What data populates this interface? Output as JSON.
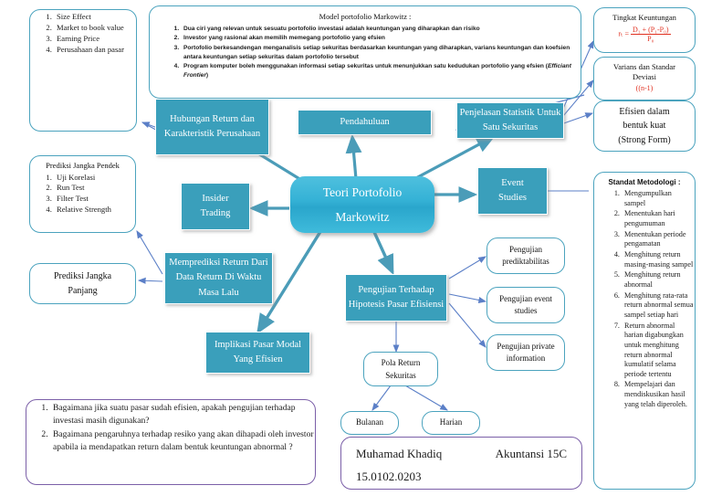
{
  "meta": {
    "accent_teal": "#3A9FBB",
    "accent_hub": "#35B2D6",
    "outline_blue": "#4BA3BE",
    "outline_purple": "#7B5FA8",
    "formula_red": "#E03020",
    "arrow_blue": "#5B7FC7",
    "arrow_teal": "#4BA3BE"
  },
  "hub": {
    "line1": "Teori Portofolio",
    "line2": "Markowitz"
  },
  "top_left_list": {
    "items": [
      "Size Effect",
      "Market to book value",
      "Earning Price",
      "Perusahaan dan pasar"
    ]
  },
  "model_box": {
    "title": "Model portofolio Markowitz :",
    "items": [
      "Dua ciri yang relevan untuk sesuatu portofolio investasi adalah keuntungan yang diharapkan dan risiko",
      "Investor yang rasional akan memilih memegang portofolio yang efsien",
      "Portofolio berkesandengan menganalisis setiap sekuritas berdasarkan keuntungan yang diharapkan, varians keuntungan dan koefsien antara keuntungan setiap sekuritas dalam portofolio tersebut",
      "Program komputer boleh menggunakan informasi setiap sekuritas untuk menunjukkan satu kedudukan portofolio yang efsien (Efficiant Frontier)"
    ],
    "italic_tail": "Efficiant Frontier"
  },
  "branches": {
    "hubungan_return": "Hubungan Return dan Karakteristik Perusahaan",
    "pendahuluan": "Pendahuluan",
    "penjelasan_statistik": "Penjelasan Statistik Untuk Satu Sekuritas",
    "event_studies_l1": "Event",
    "event_studies_l2": "Studies",
    "insider_l1": "Insider",
    "insider_l2": "Trading",
    "memprediksi_return": "Memprediksi Return Dari Data Return Di Waktu Masa Lalu",
    "implikasi": "Implikasi Pasar Modal Yang Efisien",
    "pengujian_hipotesis": "Pengujian Terhadap Hipotesis Pasar Efisiensi"
  },
  "left_boxes": {
    "prediksi_pendek_title": "Prediksi Jangka Pendek",
    "prediksi_pendek_items": [
      "Uji Korelasi",
      "Run Test",
      "Filter Test",
      "Relative Strength"
    ],
    "prediksi_panjang_l1": "Prediksi Jangka",
    "prediksi_panjang_l2": "Panjang"
  },
  "right_boxes": {
    "tingkat_keuntungan_title": "Tingkat Keuntungan",
    "tingkat_keuntungan_num": "D₁ + (P₁-P₀)",
    "tingkat_keuntungan_den": "P₀",
    "tingkat_keuntungan_lhs": "rₜ =",
    "varians_title_l1": "Varians dan Standar",
    "varians_title_l2": "Deviasi",
    "varians_formula": "((n-1)",
    "efisien_kuat_l1": "Efisien dalam",
    "efisien_kuat_l2": "bentuk kuat",
    "efisien_kuat_l3": "(Strong Form)"
  },
  "methodology": {
    "title": "Standat Metodologi :",
    "items": [
      "Mengumpulkan sampel",
      "Menentukan hari pengumuman",
      "Menentukan periode pengamatan",
      "Menghitung return masing-masing sampel",
      "Menghitung return abnormal",
      "Menghitung rata-rata return abnormal semua sampel setiap hari",
      "Return abnormal harian digabungkan untuk menghitung return abnormal kumulatif selama periode tertentu",
      "Mempelajari dan mendiskusikan hasil yang telah diperoleh."
    ]
  },
  "pengujian_children": {
    "prediktabilitas_l1": "Pengujian",
    "prediktabilitas_l2": "prediktabilitas",
    "event_studies_l1": "Pengujian event",
    "event_studies_l2": "studies",
    "private_info_l1": "Pengujian private",
    "private_info_l2": "information"
  },
  "pola_return": {
    "l1": "Pola Return",
    "l2": "Sekuritas",
    "bulanan": "Bulanan",
    "harian": "Harian"
  },
  "question_box": {
    "items": [
      "Bagaimana jika suatu pasar sudah efisien, apakah pengujian terhadap  investasi masih digunakan?",
      "Bagaimana pengaruhnya terhadap resiko yang akan dihapadi oleh investor apabila ia mendapatkan return dalam bentuk keuntungan abnormal ?"
    ]
  },
  "signature": {
    "name": "Muhamad Khadiq",
    "class": "Akuntansi 15C",
    "nim": "15.0102.0203"
  }
}
